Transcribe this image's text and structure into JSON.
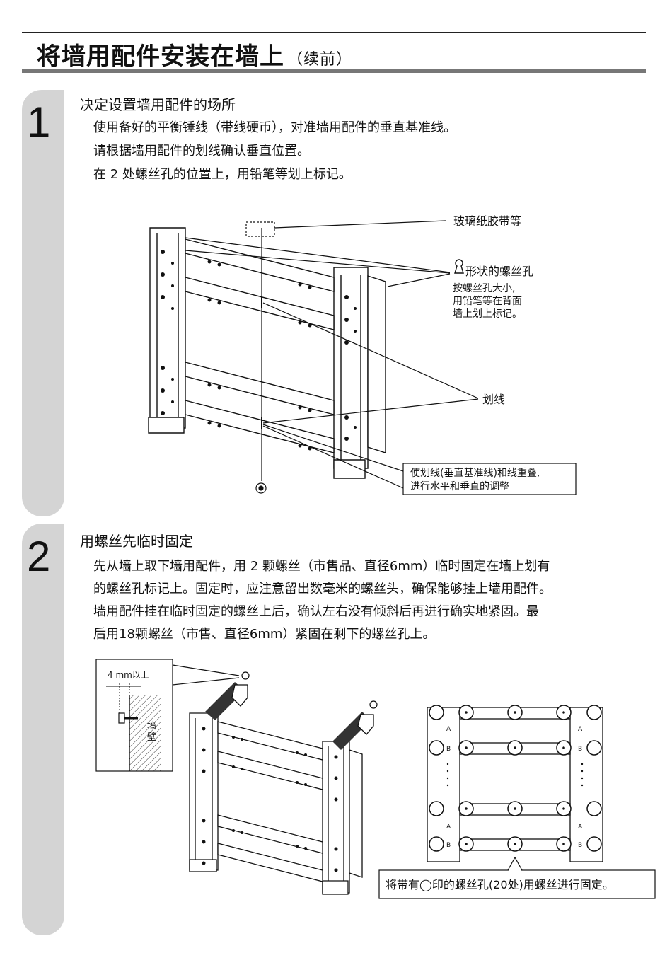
{
  "page": {
    "title": "将墙用配件安装在墙上",
    "title_sub": "（续前）"
  },
  "step1": {
    "number": "1",
    "heading": "决定设置墙用配件的场所",
    "lines": [
      "使用备好的平衡锤线（带线硬币），对准墙用配件的垂直基准线。",
      "请根据墙用配件的划线确认垂直位置。",
      "在 2 处螺丝孔的位置上，用铅笔等划上标记。"
    ],
    "callouts": {
      "tape": "玻璃纸胶带等",
      "keyhole_title": "形状的螺丝孔",
      "keyhole_lines": [
        "按螺丝孔大小,",
        "用铅笔等在背面",
        "墙上划上标记。"
      ],
      "scribe_line": "划线",
      "overlap_lines": [
        "使划线(垂直基准线)和线重叠,",
        "进行水平和垂直的调整"
      ]
    }
  },
  "step2": {
    "number": "2",
    "heading": "用螺丝先临时固定",
    "lines": [
      "先从墙上取下墙用配件，用 2 颗螺丝（市售品、直径6mm）临时固定在墙上划有",
      "的螺丝孔标记上。固定时，应注意留出数毫米的螺丝头，确保能够挂上墙用配件。",
      "墙用配件挂在临时固定的螺丝上后，确认左右没有倾斜后再进行确实地紧固。最",
      "后用18颗螺丝（市售、直径6mm）紧固在剩下的螺丝孔上。"
    ],
    "inset": {
      "gap_label": "4 mm以上",
      "wall_label": [
        "墙",
        "壁"
      ]
    },
    "bottom_note": "将带有◯印的螺丝孔(20处)用螺丝进行固定。",
    "hole_letters": [
      "A",
      "B",
      "A",
      "B",
      "A",
      "B",
      "A",
      "B"
    ]
  }
}
